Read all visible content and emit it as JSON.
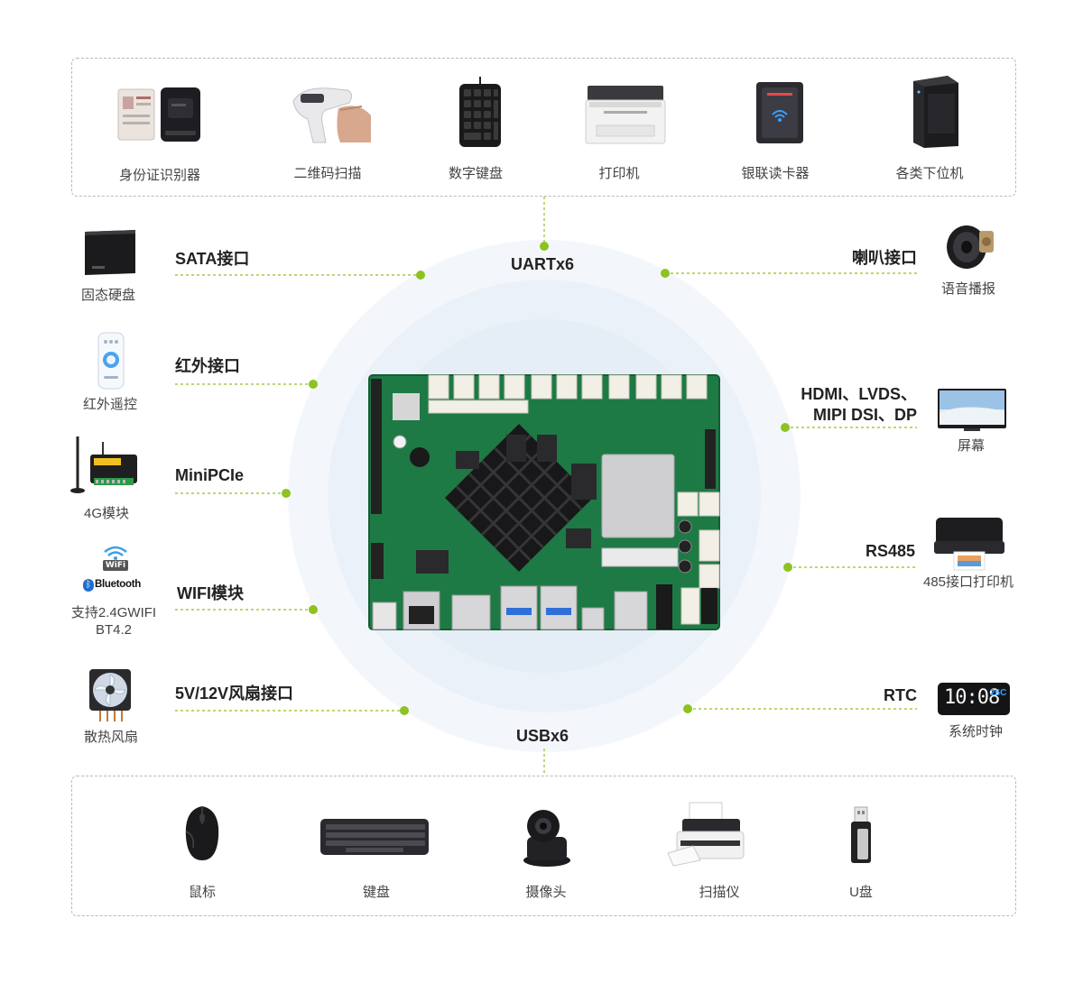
{
  "top_devices": [
    {
      "label": "身份证识别器",
      "icon": "id-card-reader-icon"
    },
    {
      "label": "二维码扫描",
      "icon": "qr-scanner-icon"
    },
    {
      "label": "数字键盘",
      "icon": "numeric-keypad-icon"
    },
    {
      "label": "打印机",
      "icon": "printer-icon"
    },
    {
      "label": "银联读卡器",
      "icon": "card-reader-icon"
    },
    {
      "label": "各类下位机",
      "icon": "tower-pc-icon"
    }
  ],
  "bottom_devices": [
    {
      "label": "鼠标",
      "icon": "mouse-icon"
    },
    {
      "label": "键盘",
      "icon": "keyboard-icon"
    },
    {
      "label": "摄像头",
      "icon": "camera-icon"
    },
    {
      "label": "扫描仪",
      "icon": "scanner-icon"
    },
    {
      "label": "U盘",
      "icon": "usb-drive-icon"
    }
  ],
  "buses": {
    "top": "UARTx6",
    "bottom": "USBx6"
  },
  "left_items": [
    {
      "interface": "SATA接口",
      "device": "固态硬盘",
      "icon": "ssd-icon"
    },
    {
      "interface": "红外接口",
      "device": "红外遥控",
      "icon": "remote-control-icon"
    },
    {
      "interface": "MiniPCIe",
      "device": "4G模块",
      "icon": "4g-module-icon"
    },
    {
      "interface": "WIFI模块",
      "device": "支持2.4GWIFI",
      "device2": "BT4.2",
      "icon": "wifi-bluetooth-icon",
      "wifi_text": "WiFi",
      "bt_text": "Bluetooth"
    },
    {
      "interface": "5V/12V风扇接口",
      "device": "散热风扇",
      "icon": "fan-icon"
    }
  ],
  "right_items": [
    {
      "interface": "喇叭接口",
      "device": "语音播报",
      "icon": "speaker-icon"
    },
    {
      "interface": "HDMI、LVDS、",
      "interface2": "MIPI DSI、DP",
      "device": "屏幕",
      "icon": "monitor-icon"
    },
    {
      "interface": "RS485",
      "device": "485接口打印机",
      "icon": "inkjet-printer-icon"
    },
    {
      "interface": "RTC",
      "device": "系统时钟",
      "icon": "clock-icon",
      "clock_time": "10:08",
      "clock_temp": "26C"
    }
  ],
  "colors": {
    "accent": "#8dc21f",
    "board": "#1e7a45",
    "dash": "#b9b9b9",
    "halo": "#eef3f9"
  }
}
